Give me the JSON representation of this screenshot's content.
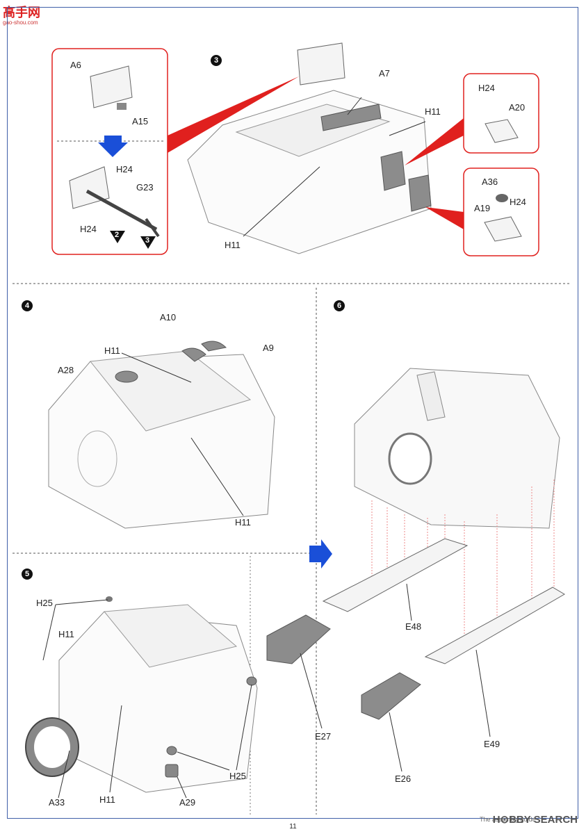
{
  "site_logo": {
    "text": "高手网",
    "sub": "gao-shou.com"
  },
  "steps": {
    "s3": "3",
    "s4": "4",
    "s5": "5",
    "s6": "6"
  },
  "labels": {
    "a6": "A6",
    "a15": "A15",
    "h24a": "H24",
    "h24b": "H24",
    "g23": "G23",
    "tri2": "2",
    "tri3": "3",
    "a7": "A7",
    "h11_top": "H11",
    "h11_left": "H11",
    "h24c": "H24",
    "a20": "A20",
    "a36": "A36",
    "h24d": "H24",
    "a19": "A19",
    "a10": "A10",
    "a9": "A9",
    "h11_s4": "H11",
    "a28": "A28",
    "h11_s4b": "H11",
    "h25a": "H25",
    "h11_s5a": "H11",
    "a33": "A33",
    "h11_s5b": "H11",
    "a29": "A29",
    "h25b": "H25",
    "e48": "E48",
    "e27": "E27",
    "e49": "E49",
    "e26": "E26"
  },
  "page_number": "11",
  "watermark": {
    "brand": "H⊙BBY SEARCH",
    "credit": "The assembly guide"
  },
  "colors": {
    "frame": "#3f5fa8",
    "accent_red": "#e0201e",
    "arrow_blue": "#1a4fd8",
    "part_gray": "#8c8c8c"
  }
}
